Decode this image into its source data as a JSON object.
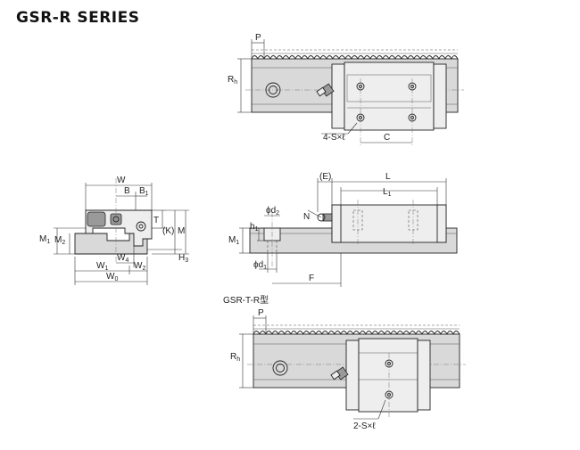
{
  "header": {
    "title": "GSR-R SERIES"
  },
  "top_view": {
    "labels": {
      "pitch": "P",
      "rack_height": "R",
      "rack_height_sub": "h",
      "tap": "4-S×ℓ",
      "bolt_spacing": "C"
    }
  },
  "side_view": {
    "labels": {
      "width": "W",
      "b": "B",
      "b1": "B",
      "b1_sub": "1",
      "t": "T",
      "k": "(K)",
      "m": "M",
      "m1": "M",
      "m1_sub": "1",
      "m2": "M",
      "m2_sub": "2",
      "h3": "H",
      "h3_sub": "3",
      "w4": "W",
      "w4_sub": "4",
      "w1": "W",
      "w1_sub": "1",
      "w2": "W",
      "w2_sub": "2",
      "w0": "W",
      "w0_sub": "0"
    }
  },
  "front_view": {
    "labels": {
      "e": "(E)",
      "l": "L",
      "l1": "L",
      "l1_sub": "1",
      "d2": "ϕd",
      "d2_sub": "2",
      "h1": "h",
      "h1_sub": "1",
      "n": "N",
      "m1": "M",
      "m1_sub": "1",
      "d1": "ϕd",
      "d1_sub": "1",
      "f": "F"
    }
  },
  "bottom_view": {
    "caption": "GSR-T-R型",
    "labels": {
      "pitch": "P",
      "rack_height": "R",
      "rack_height_sub": "h",
      "tap": "2-S×ℓ"
    }
  }
}
